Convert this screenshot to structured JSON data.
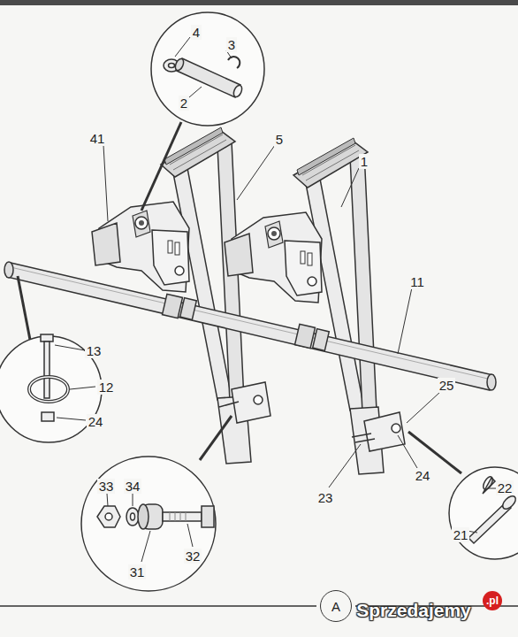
{
  "diagram": {
    "nodes": [
      {
        "text": [
          "A"
        ]
      }
    ],
    "labels": [
      "4",
      "3",
      "41",
      "5",
      "1",
      "2",
      "11",
      "13",
      "12",
      "24",
      "25",
      "23",
      "24",
      "22",
      "21",
      "33",
      "34",
      "32",
      "31",
      "Sprzedajemy",
      ".pl"
    ]
  }
}
